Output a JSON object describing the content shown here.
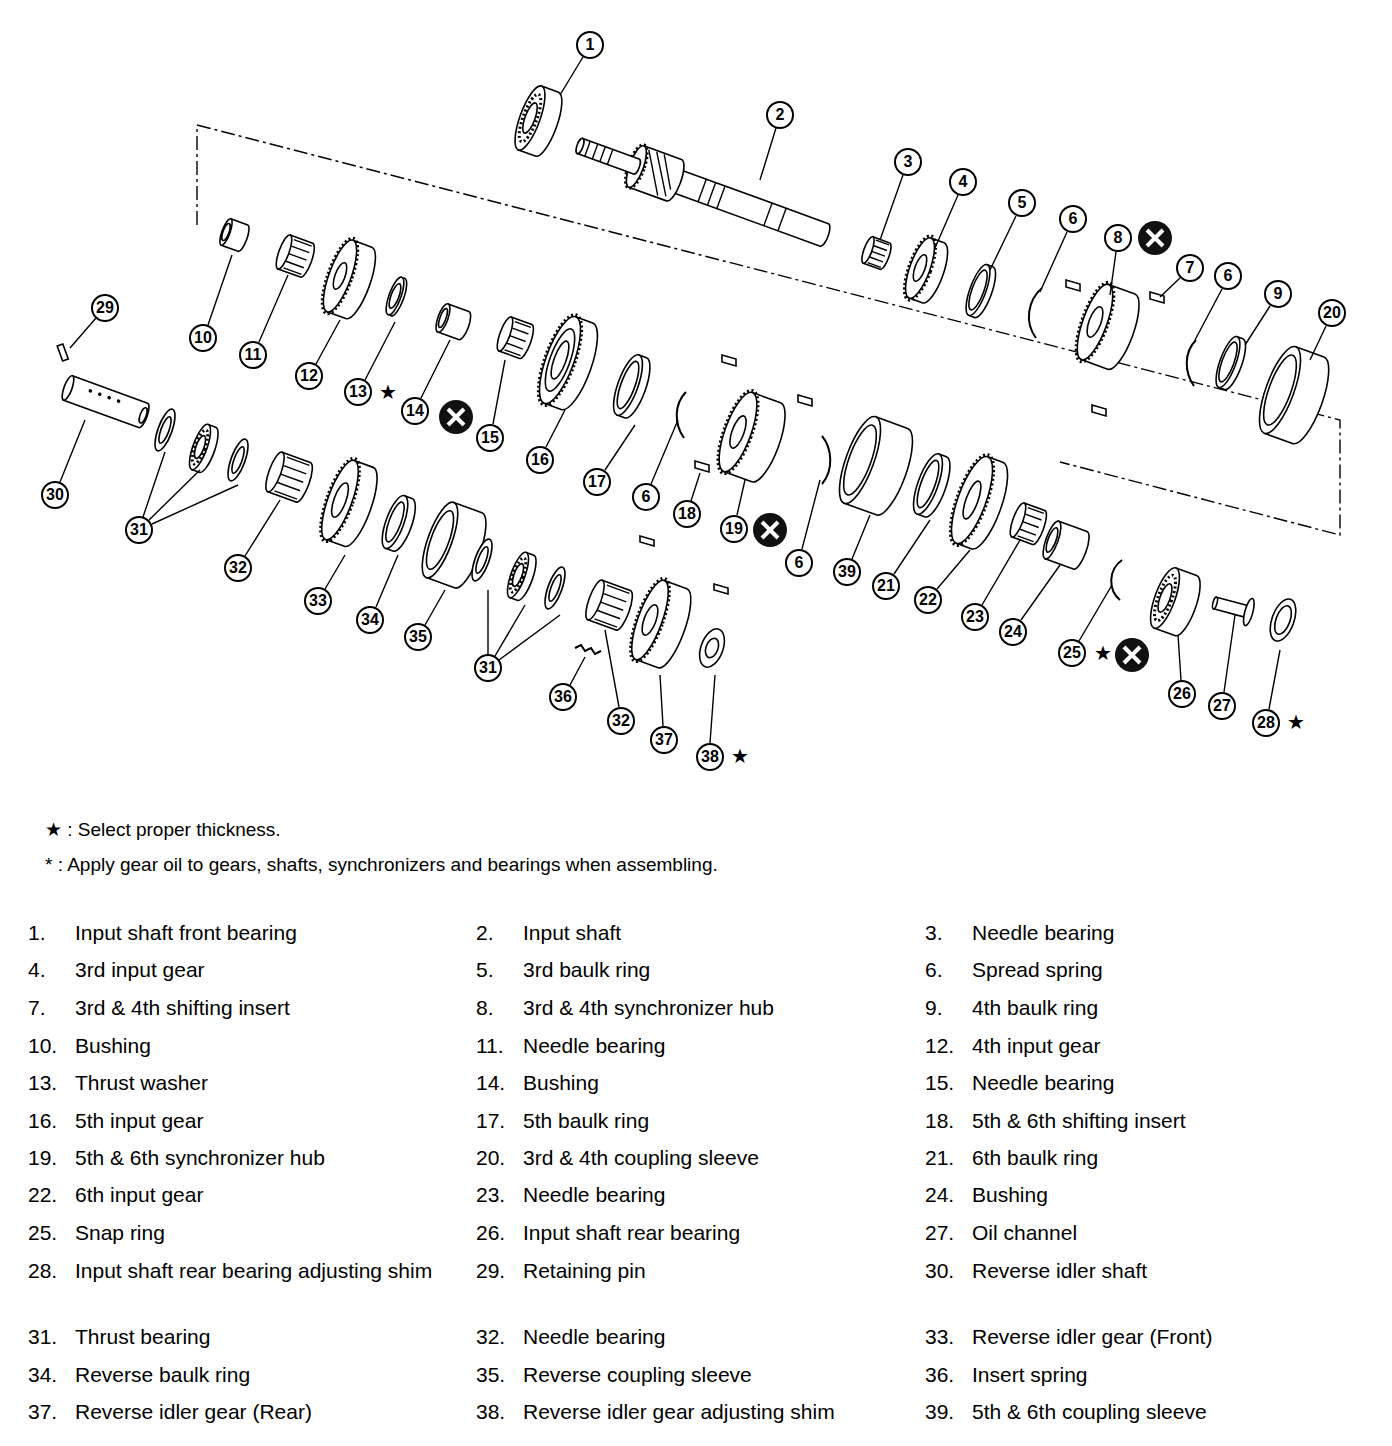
{
  "diagram": {
    "nodes": [
      {
        "text": [
          "1"
        ]
      },
      {
        "text": [
          "2"
        ]
      },
      {
        "text": [
          "3"
        ]
      },
      {
        "text": [
          "4"
        ]
      },
      {
        "text": [
          "5"
        ]
      },
      {
        "text": [
          "6"
        ]
      },
      {
        "text": [
          "8"
        ]
      },
      {
        "text": [
          "7"
        ]
      },
      {
        "text": [
          "6"
        ]
      },
      {
        "text": [
          "9"
        ]
      },
      {
        "text": [
          "20"
        ]
      },
      {
        "text": [
          "29"
        ]
      },
      {
        "text": [
          "10"
        ]
      },
      {
        "text": [
          "11"
        ]
      },
      {
        "text": [
          "12"
        ]
      },
      {
        "text": [
          "13"
        ]
      },
      {
        "text": [
          "14"
        ]
      },
      {
        "text": [
          "15"
        ]
      },
      {
        "text": [
          "16"
        ]
      },
      {
        "text": [
          "17"
        ]
      },
      {
        "text": [
          "6"
        ]
      },
      {
        "text": [
          "18"
        ]
      },
      {
        "text": [
          "19"
        ]
      },
      {
        "text": [
          "6"
        ]
      },
      {
        "text": [
          "39"
        ]
      },
      {
        "text": [
          "21"
        ]
      },
      {
        "text": [
          "22"
        ]
      },
      {
        "text": [
          "23"
        ]
      },
      {
        "text": [
          "24"
        ]
      },
      {
        "text": [
          "25"
        ]
      },
      {
        "text": [
          "26"
        ]
      },
      {
        "text": [
          "27"
        ]
      },
      {
        "text": [
          "28"
        ]
      },
      {
        "text": [
          "30"
        ]
      },
      {
        "text": [
          "31"
        ]
      },
      {
        "text": [
          "32"
        ]
      },
      {
        "text": [
          "33"
        ]
      },
      {
        "text": [
          "34"
        ]
      },
      {
        "text": [
          "35"
        ]
      },
      {
        "text": [
          "31"
        ]
      },
      {
        "text": [
          "36"
        ]
      },
      {
        "text": [
          "32"
        ]
      },
      {
        "text": [
          "37"
        ]
      },
      {
        "text": [
          "38"
        ]
      }
    ],
    "labels": [
      "★",
      "★",
      "★",
      "★",
      "★ : Select proper thickness.",
      "* : Apply gear oil to gears, shafts, synchronizers and bearings when assembling.",
      "1.",
      "Input shaft front bearing",
      "2.",
      "Input shaft",
      "3.",
      "Needle bearing",
      "4.",
      "3rd input gear",
      "5.",
      "3rd baulk ring",
      "6.",
      "Spread spring",
      "7.",
      "3rd & 4th shifting insert",
      "8.",
      "3rd & 4th synchronizer hub",
      "9.",
      "4th baulk ring",
      "10.",
      "Bushing",
      "11.",
      "Needle bearing",
      "12.",
      "4th input gear",
      "13.",
      "Thrust washer",
      "14.",
      "Bushing",
      "15.",
      "Needle bearing",
      "16.",
      "5th input gear",
      "17.",
      "5th baulk ring",
      "18.",
      "5th & 6th shifting insert",
      "19.",
      "5th & 6th synchronizer hub",
      "20.",
      "3rd & 4th coupling sleeve",
      "21.",
      "6th baulk ring",
      "22.",
      "6th input gear",
      "23.",
      "Needle bearing",
      "24.",
      "Bushing",
      "25.",
      "Snap ring",
      "26.",
      "Input shaft rear bearing",
      "27.",
      "Oil channel",
      "28.",
      "Input shaft rear bearing adjusting shim",
      "29.",
      "Retaining pin",
      "30.",
      "Reverse idler shaft",
      "31.",
      "Thrust bearing",
      "32.",
      "Needle bearing",
      "33.",
      "Reverse idler gear (Front)",
      "34.",
      "Reverse baulk ring",
      "35.",
      "Reverse coupling sleeve",
      "36.",
      "Insert spring",
      "37.",
      "Reverse idler gear (Rear)",
      "38.",
      "Reverse idler gear adjusting shim",
      "39.",
      "5th & 6th coupling sleeve"
    ]
  }
}
